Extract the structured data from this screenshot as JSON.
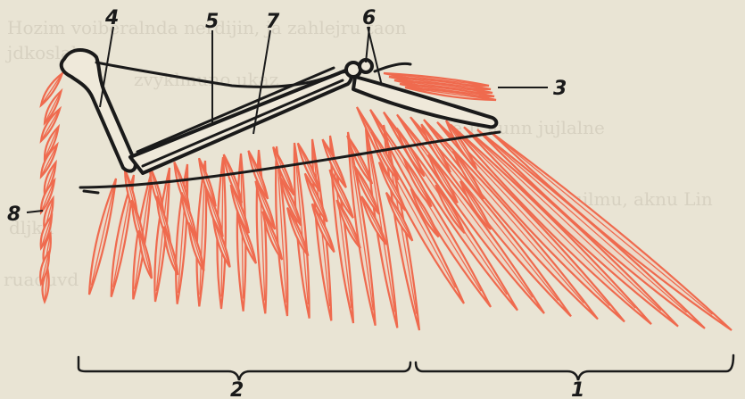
{
  "figure": {
    "background_color": "#e9e4d4",
    "feather_color": "#ef6a4e",
    "bone_color": "#1a1a1a",
    "bleed_through_text": [
      "Hozim voiberalnda nerdijin, ja zahlejru taon",
      "jdkoslal",
      "zvyklmuno ukaz",
      "ie Jl.llunn jujlalne",
      "dljku",
      "ujlmu, aknu Lin",
      "ruaduvd"
    ],
    "labels": {
      "l1": "1",
      "l2": "2",
      "l3": "3",
      "l4": "4",
      "l5": "5",
      "l6": "6",
      "l7": "7",
      "l8": "8"
    }
  }
}
